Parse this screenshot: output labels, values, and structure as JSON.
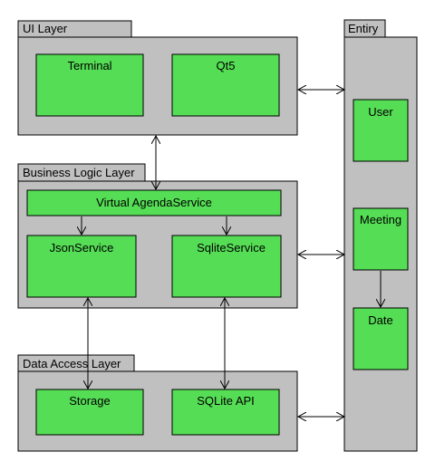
{
  "layers": {
    "ui": {
      "title": "UI Layer",
      "components": [
        "Terminal",
        "Qt5"
      ]
    },
    "business": {
      "title": "Business Logic Layer",
      "service": "Virtual AgendaService",
      "components": [
        "JsonService",
        "SqliteService"
      ]
    },
    "data": {
      "title": "Data Access Layer",
      "components": [
        "Storage",
        "SQLite API"
      ]
    },
    "entity": {
      "title": "Entiry",
      "components": [
        "User",
        "Meeting",
        "Date"
      ]
    }
  },
  "colors": {
    "package_fill": "#c0c0c0",
    "component_fill": "#55dd55",
    "stroke": "#000000"
  }
}
